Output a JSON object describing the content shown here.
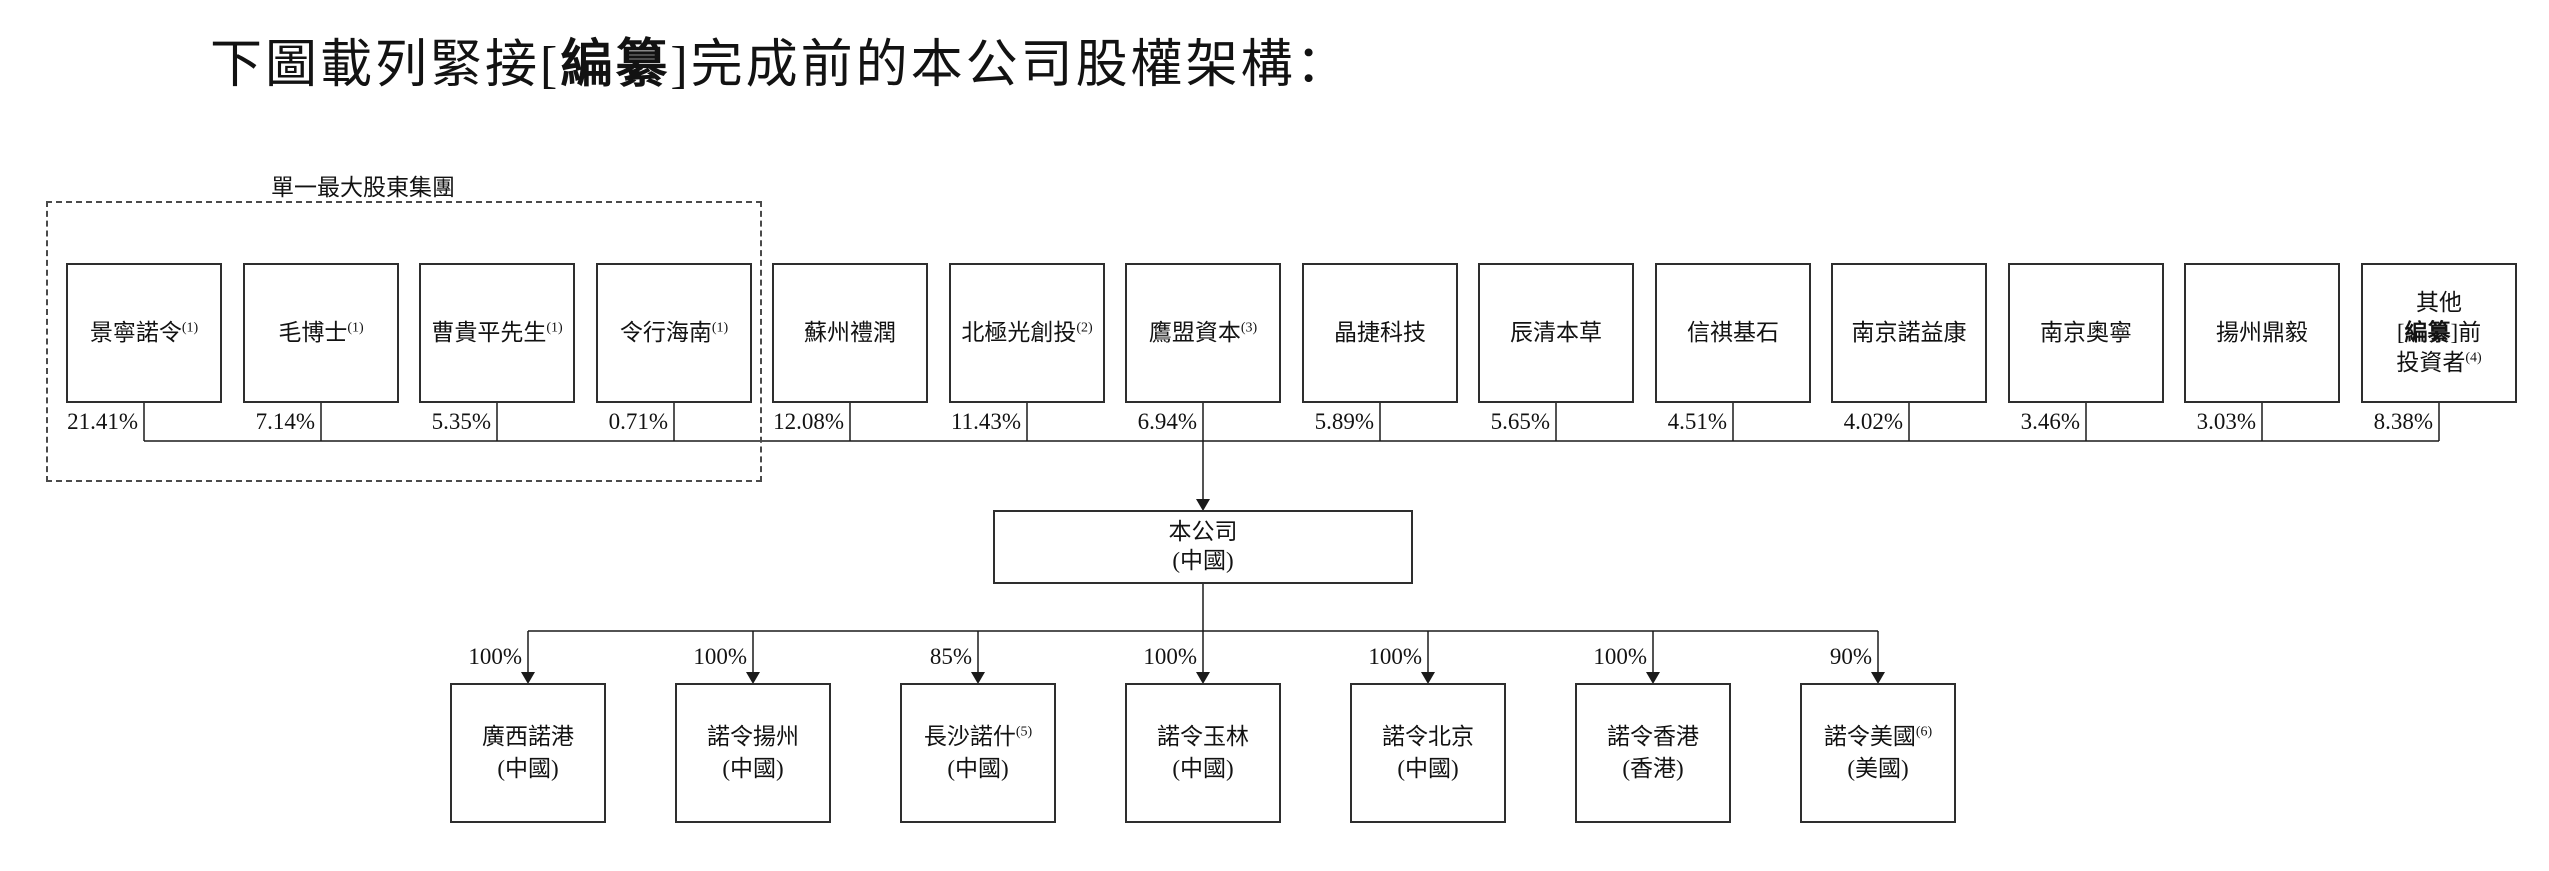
{
  "title": {
    "pre": "下圖載列緊接[",
    "bold": "編纂",
    "post": "]完成前的本公司股權架構："
  },
  "group_label": "單一最大股東集團",
  "shareholders": [
    {
      "name": "景寧諾令",
      "sup": "(1)",
      "pct": "21.41%"
    },
    {
      "name": "毛博士",
      "sup": "(1)",
      "pct": "7.14%"
    },
    {
      "name": "曹貴平先生",
      "sup": "(1)",
      "pct": "5.35%"
    },
    {
      "name": "令行海南",
      "sup": "(1)",
      "pct": "0.71%"
    },
    {
      "name": "蘇州禮潤",
      "sup": "",
      "pct": "12.08%"
    },
    {
      "name": "北極光創投",
      "sup": "(2)",
      "pct": "11.43%"
    },
    {
      "name": "鷹盟資本",
      "sup": "(3)",
      "pct": "6.94%"
    },
    {
      "name": "晶捷科技",
      "sup": "",
      "pct": "5.89%"
    },
    {
      "name": "辰清本草",
      "sup": "",
      "pct": "5.65%"
    },
    {
      "name": "信祺基石",
      "sup": "",
      "pct": "4.51%"
    },
    {
      "name": "南京諾益康",
      "sup": "",
      "pct": "4.02%"
    },
    {
      "name": "南京奧寧",
      "sup": "",
      "pct": "3.46%"
    },
    {
      "name": "揚州鼎毅",
      "sup": "",
      "pct": "3.03%"
    },
    {
      "line1": "其他",
      "line2_pre": "[",
      "line2_bold": "編纂",
      "line2_post": "]前",
      "line3": "投資者",
      "sup": "(4)",
      "pct": "8.38%"
    }
  ],
  "company": {
    "name": "本公司",
    "region": "(中國)"
  },
  "subsidiaries": [
    {
      "name": "廣西諾港",
      "sup": "",
      "region": "(中國)",
      "pct": "100%"
    },
    {
      "name": "諾令揚州",
      "sup": "",
      "region": "(中國)",
      "pct": "100%"
    },
    {
      "name": "長沙諾什",
      "sup": "(5)",
      "region": "(中國)",
      "pct": "85%"
    },
    {
      "name": "諾令玉林",
      "sup": "",
      "region": "(中國)",
      "pct": "100%"
    },
    {
      "name": "諾令北京",
      "sup": "",
      "region": "(中國)",
      "pct": "100%"
    },
    {
      "name": "諾令香港",
      "sup": "",
      "region": "(香港)",
      "pct": "100%"
    },
    {
      "name": "諾令美國",
      "sup": "(6)",
      "region": "(美國)",
      "pct": "90%"
    }
  ]
}
